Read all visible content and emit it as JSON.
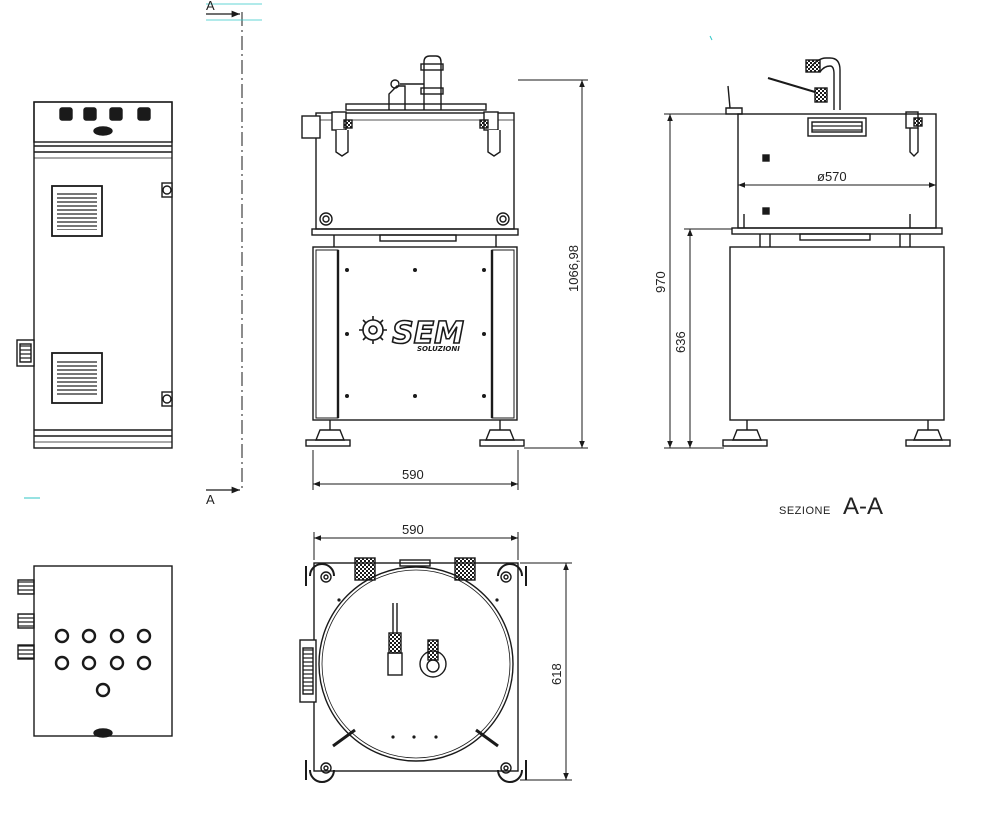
{
  "section": {
    "marker_top": "A",
    "marker_bottom": "A",
    "label_small": "SEZIONE",
    "label_big": "A-A"
  },
  "dimensions": {
    "front_width": "590",
    "front_height": "1066,98",
    "side_diameter": "ø570",
    "side_total_height": "970",
    "side_base_height": "636",
    "plan_width": "590",
    "plan_depth": "618"
  },
  "logo": {
    "name": "SEM",
    "subtitle": "SOLUZIONI"
  },
  "colors": {
    "line": "#1a1a1a",
    "accent": "#2fc6c6",
    "background": "#ffffff"
  }
}
